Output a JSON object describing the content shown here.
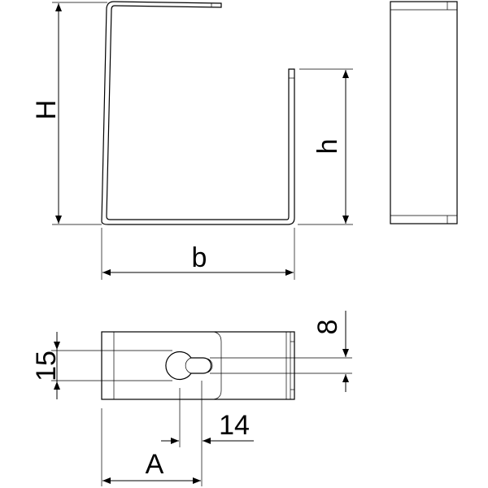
{
  "dimensions": {
    "H": "H",
    "h": "h",
    "b": "b",
    "A": "A",
    "slot_spacing": "14",
    "slot_width": "8",
    "hole_diameter": "15"
  },
  "colors": {
    "line": "#000000",
    "background": "#ffffff"
  }
}
